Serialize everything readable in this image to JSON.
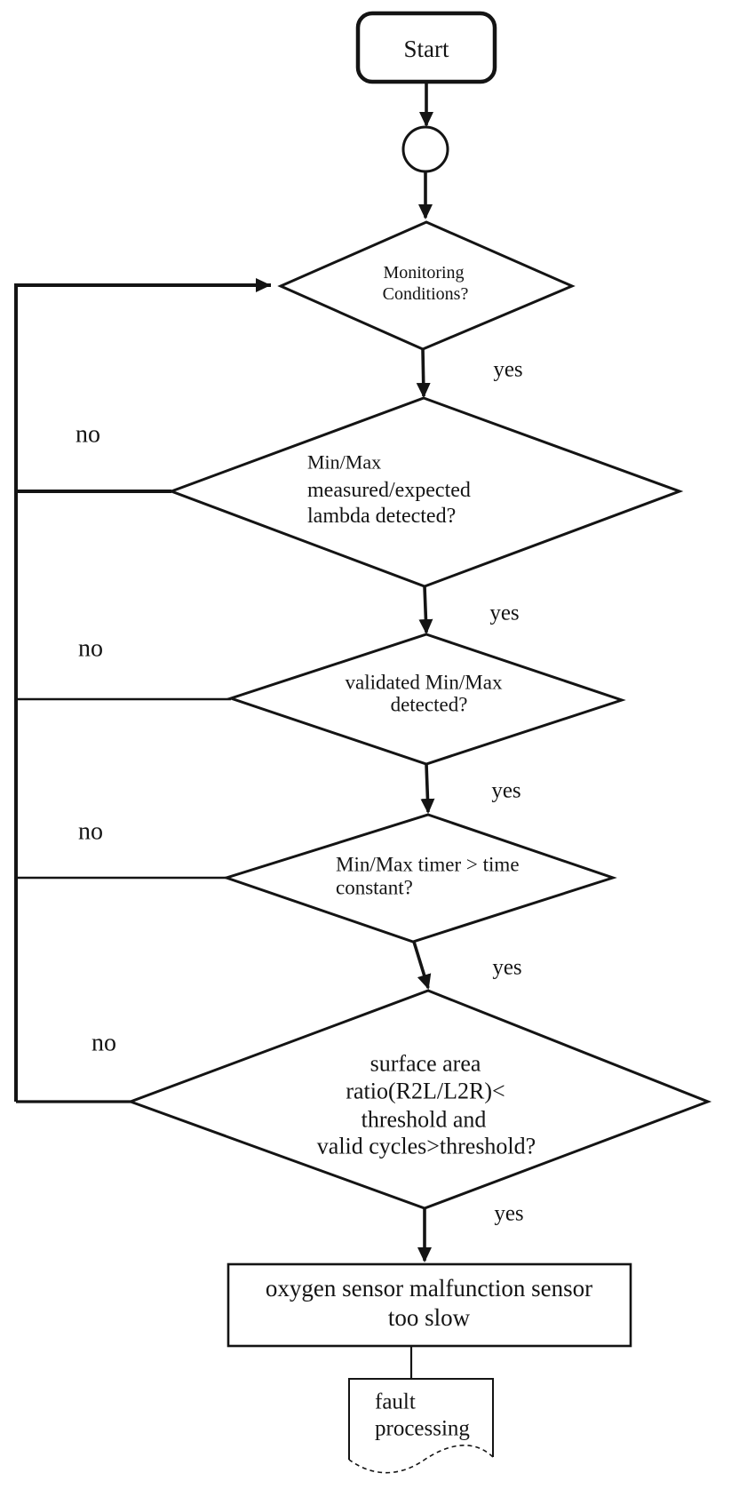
{
  "colors": {
    "ink": "#141414",
    "background": "#ffffff"
  },
  "nodes": {
    "start": {
      "shape": "rounded-rect",
      "label": "Start"
    },
    "connector": {
      "shape": "circle"
    },
    "d1": {
      "shape": "diamond",
      "lines": [
        "Monitoring",
        "Conditions?"
      ]
    },
    "d2": {
      "shape": "diamond",
      "lines": [
        "Min/Max",
        "measured/expected",
        "lambda detected?"
      ]
    },
    "d3": {
      "shape": "diamond",
      "lines": [
        "validated Min/Max",
        "detected?"
      ]
    },
    "d4": {
      "shape": "diamond",
      "lines": [
        "Min/Max timer > time",
        "constant?"
      ]
    },
    "d5": {
      "shape": "diamond",
      "lines": [
        "surface area",
        "ratio(R2L/L2R)<",
        "threshold and",
        "valid cycles>threshold?"
      ]
    },
    "result": {
      "shape": "rect",
      "lines": [
        "oxygen sensor malfunction sensor",
        "too slow"
      ]
    },
    "fault": {
      "shape": "document",
      "lines": [
        "fault",
        "processing"
      ]
    }
  },
  "edges": {
    "yes_labels": [
      "yes",
      "yes",
      "yes",
      "yes",
      "yes"
    ],
    "no_labels": [
      "no",
      "no",
      "no",
      "no"
    ]
  }
}
